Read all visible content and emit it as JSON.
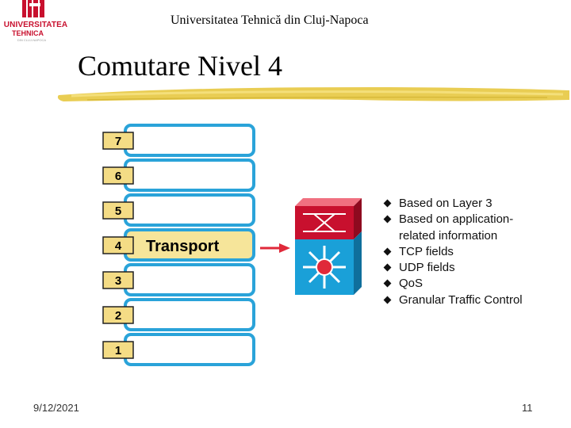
{
  "logo": {
    "line1": "UNIVERSITATEA",
    "line2": "TEHNICA",
    "subtitle": "DIN CLUJ-NAPOCA"
  },
  "header": {
    "text": "Universitatea Tehnică din Cluj-Napoca"
  },
  "title": "Comutare Nivel 4",
  "osi_layers": [
    "7",
    "6",
    "5",
    "4",
    "3",
    "2",
    "1"
  ],
  "highlight_label": "Transport",
  "bullets": [
    [
      "Based on Layer 3"
    ],
    [
      "Based on application-",
      "related information"
    ],
    [
      "TCP fields"
    ],
    [
      "UDP  fields"
    ],
    [
      "QoS"
    ],
    [
      "Granular Traffic Control"
    ]
  ],
  "footer": {
    "date": "9/12/2021",
    "page": "11"
  },
  "colors": {
    "box_border": "#2aa3d9",
    "highlight_fill": "#f6e59a",
    "number_fill": "#f4dc85",
    "arrow": "#e0293a",
    "switch_top": "#c8102e",
    "switch_bottom": "#1aa0d8"
  }
}
